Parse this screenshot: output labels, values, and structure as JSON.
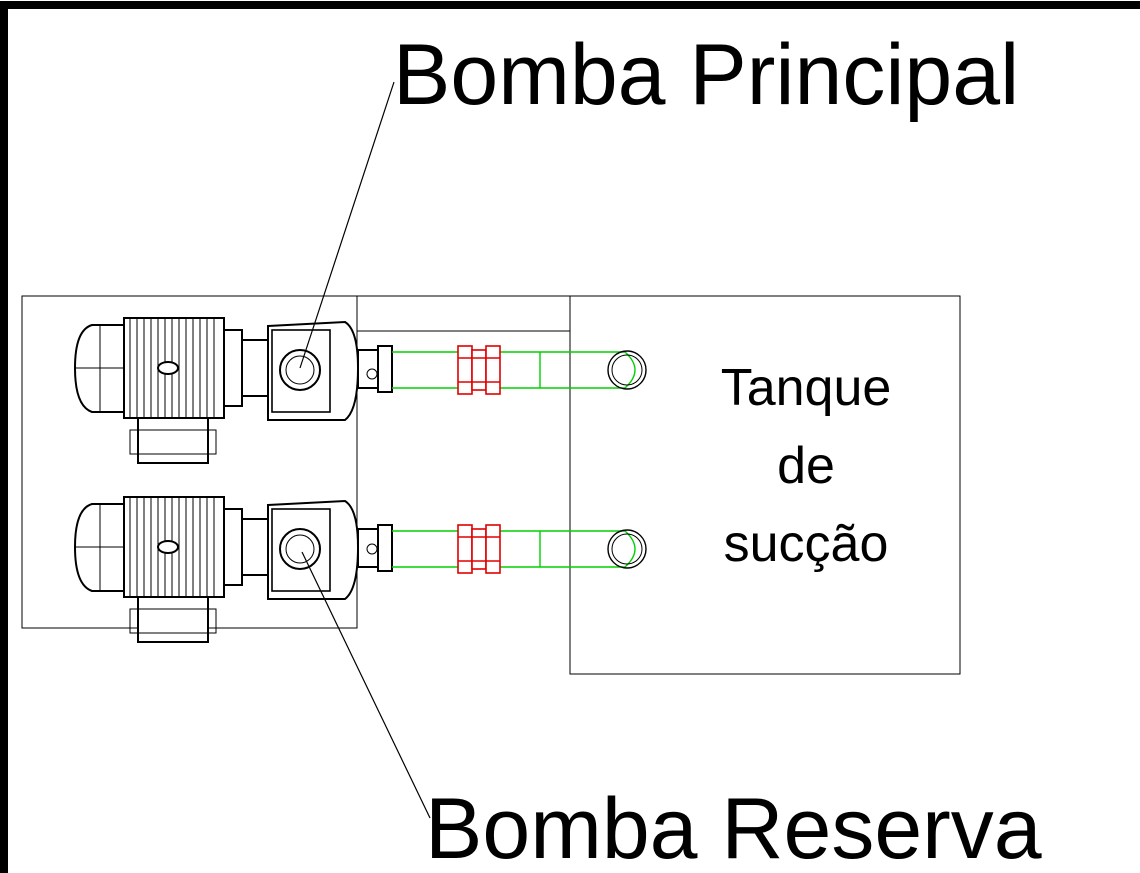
{
  "labels": {
    "pump_main": "Bomba Principal",
    "pump_reserve": "Bomba Reserva",
    "tank_line1": "Tanque",
    "tank_line2": "de",
    "tank_line3": "sucção"
  },
  "colors": {
    "pipe": "#00d000",
    "valve": "#e00000",
    "outline": "#000000"
  }
}
